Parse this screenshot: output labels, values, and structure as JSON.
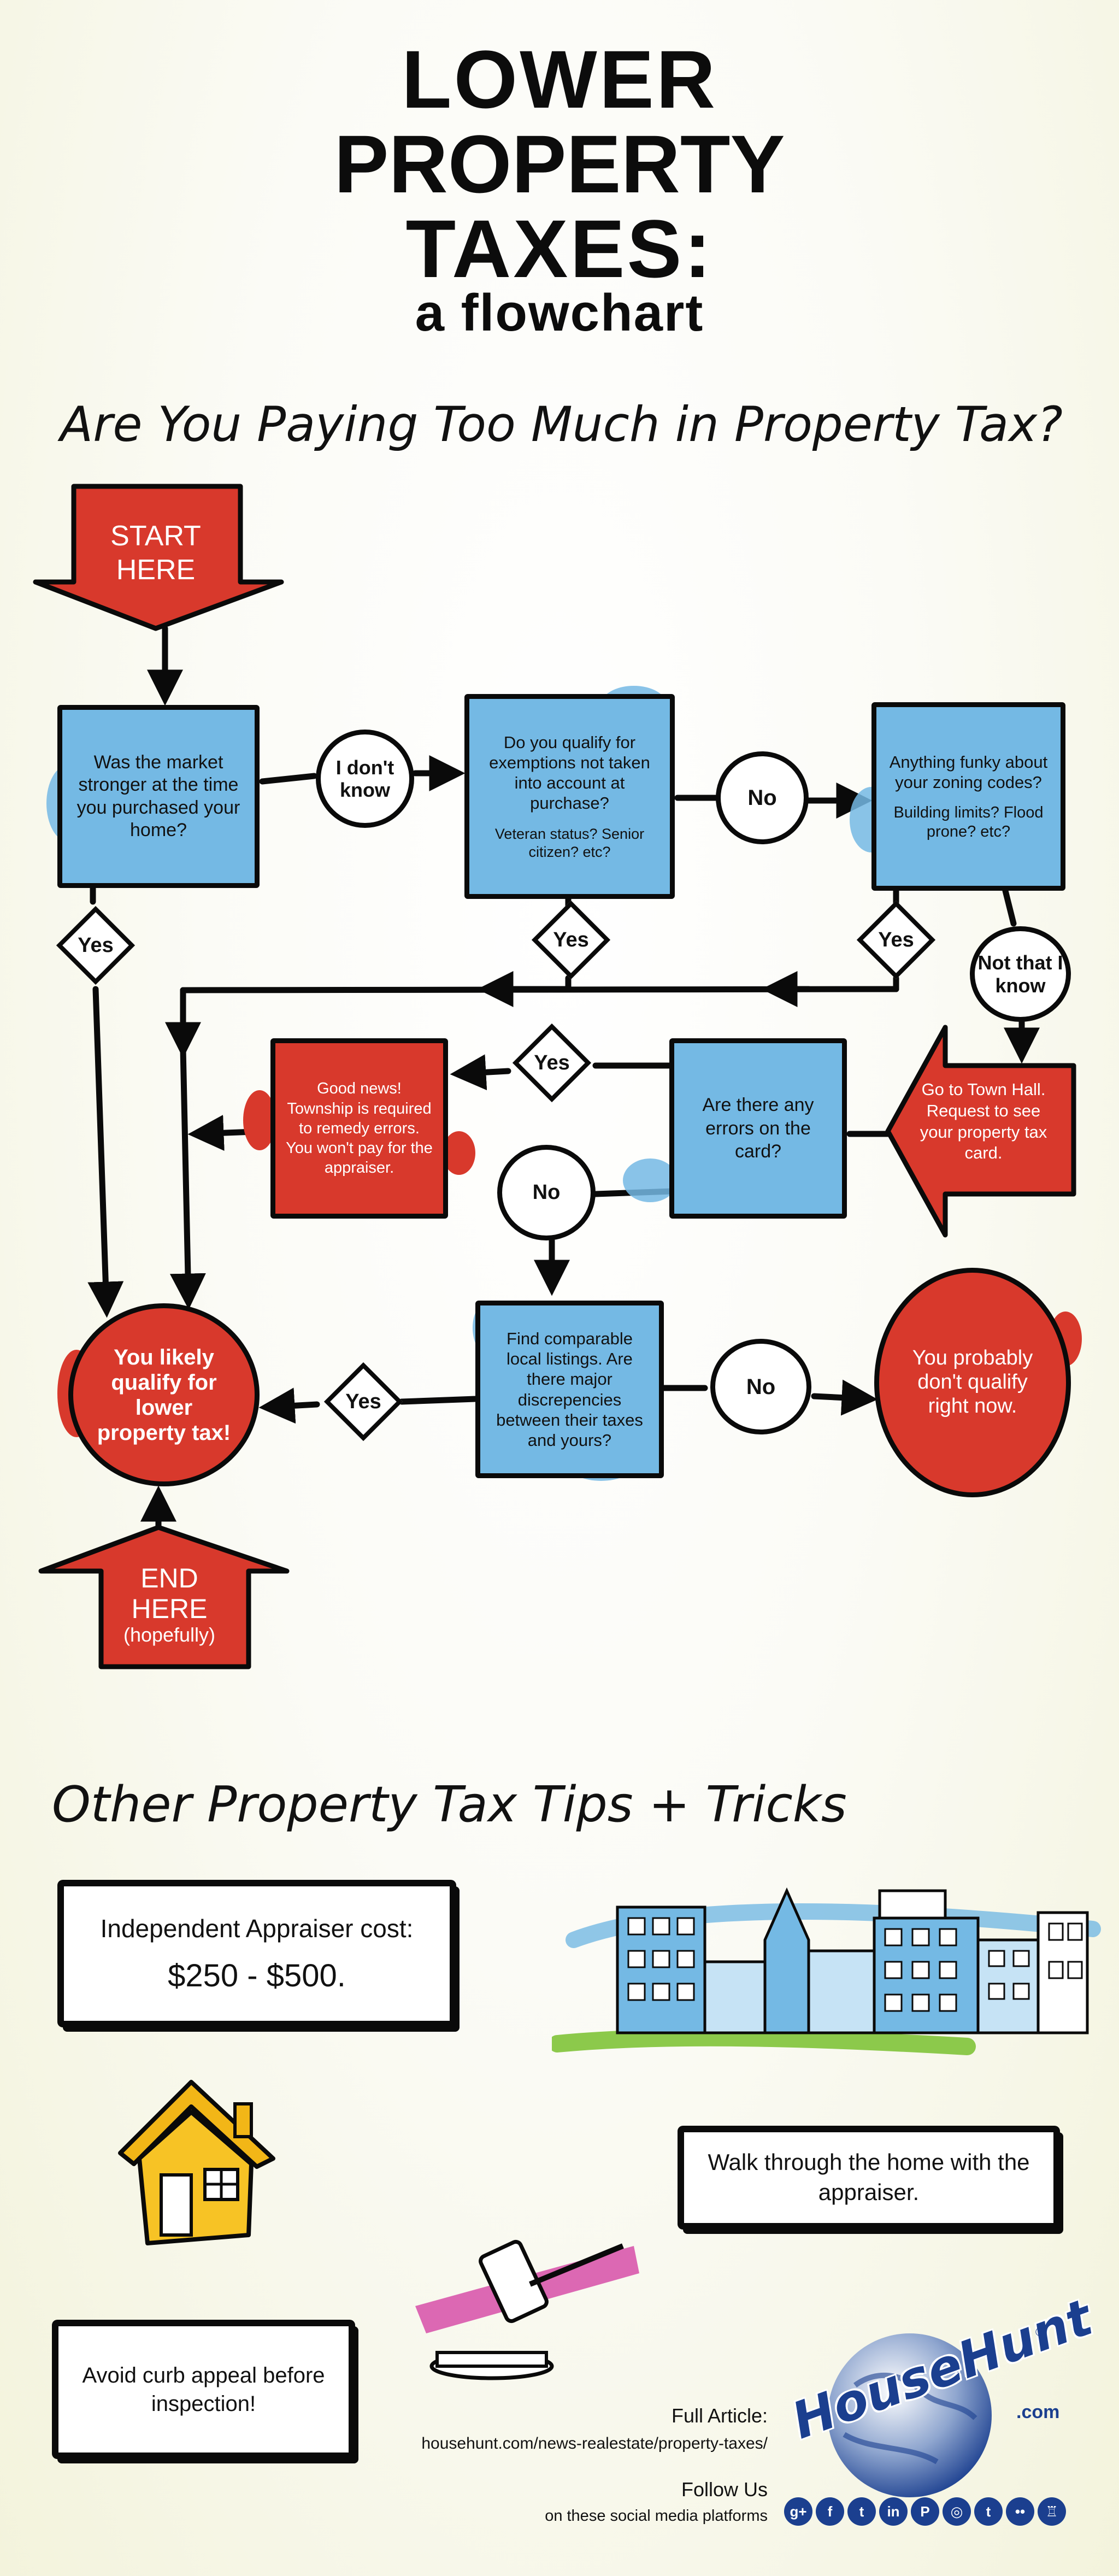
{
  "title": {
    "line1": "LOWER",
    "line2": "PROPERTY",
    "line3": "TAXES:",
    "line4": "a flowchart"
  },
  "flowchart": {
    "heading": "Are You Paying Too Much in Property Tax?",
    "start": {
      "line1": "START",
      "line2": "HERE"
    },
    "q_market": "Was the market stronger at the time you purchased your home?",
    "dont_know": "I don't know",
    "q_exemptions": "Do you qualify for exemptions not taken into account at purchase?",
    "q_exemptions_note": "Veteran status? Senior citizen? etc?",
    "no_1": "No",
    "q_zoning": "Anything funky about your zoning codes?",
    "q_zoning_note": "Building limits? Flood prone? etc?",
    "yes_market": "Yes",
    "yes_exemptions": "Yes",
    "yes_zoning": "Yes",
    "not_that_i_know": "Not that I know",
    "town_hall": "Go to Town Hall. Request to see your property tax card.",
    "q_errors": "Are there any errors on the card?",
    "yes_errors": "Yes",
    "good_news": "Good news! Township is required to remedy errors. You won't pay for the appraiser.",
    "no_errors": "No",
    "q_comparable": "Find comparable local listings. Are there major discrepencies between their taxes and yours?",
    "yes_comparable": "Yes",
    "no_comparable": "No",
    "likely_qualify": "You likely qualify for lower property tax!",
    "probably_not": "You probably don't qualify right now.",
    "end": {
      "line1": "END",
      "line2": "HERE",
      "line3": "(hopefully)"
    }
  },
  "tips": {
    "heading": "Other Property Tax Tips + Tricks",
    "appraiser_label": "Independent Appraiser cost:",
    "appraiser_cost": "$250 - $500.",
    "walk_through": "Walk through the home with the appraiser.",
    "curb_appeal": "Avoid curb appeal before inspection!"
  },
  "footer": {
    "full_article_label": "Full Article:",
    "url": "househunt.com/news-realestate/property-taxes/",
    "follow_us": "Follow Us",
    "social_caption": "on these social media platforms",
    "brand": "HouseHunt",
    "brand_suffix": ".com",
    "registered": "®",
    "social_icons": [
      {
        "name": "google-plus-icon",
        "glyph": "g+"
      },
      {
        "name": "facebook-icon",
        "glyph": "f"
      },
      {
        "name": "twitter-icon",
        "glyph": "t"
      },
      {
        "name": "linkedin-icon",
        "glyph": "in"
      },
      {
        "name": "pinterest-icon",
        "glyph": "P"
      },
      {
        "name": "instagram-icon",
        "glyph": "◎"
      },
      {
        "name": "tumblr-icon",
        "glyph": "t"
      },
      {
        "name": "flickr-icon",
        "glyph": "••"
      },
      {
        "name": "foursquare-icon",
        "glyph": "♖"
      }
    ]
  },
  "colors": {
    "blue": "#74b9e4",
    "red": "#d8392c",
    "ink": "#0a0a0a",
    "brand_blue": "#1b3f8f"
  }
}
